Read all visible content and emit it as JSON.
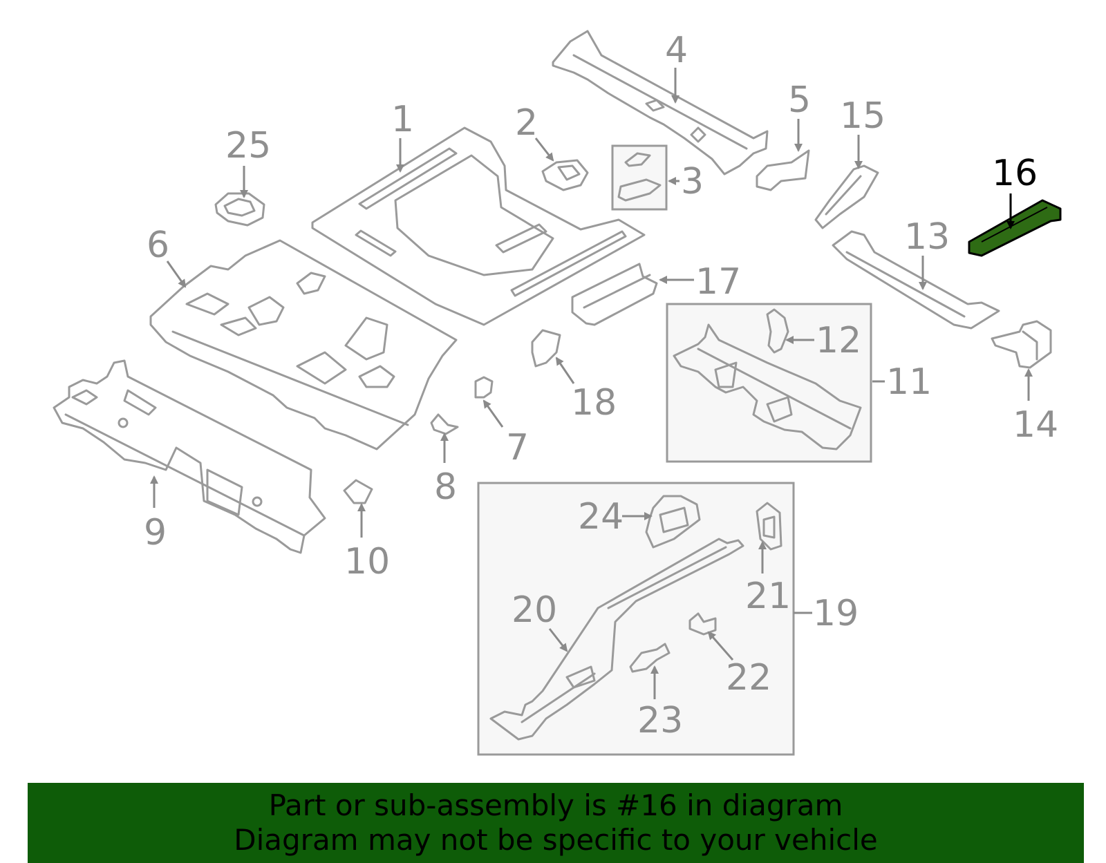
{
  "colors": {
    "part_outline": "#9a9a9a",
    "callout_text": "#8f8f8f",
    "highlight_fill": "#2e6b14",
    "banner_background": "#0e5c08",
    "banner_text": "#000000",
    "inset_background": "#f7f7f7"
  },
  "highlighted_callout": "16",
  "callouts": {
    "c1": "1",
    "c2": "2",
    "c3": "3",
    "c4": "4",
    "c5": "5",
    "c6": "6",
    "c7": "7",
    "c8": "8",
    "c9": "9",
    "c10": "10",
    "c11": "11",
    "c12": "12",
    "c13": "13",
    "c14": "14",
    "c15": "15",
    "c16": "16",
    "c17": "17",
    "c18": "18",
    "c19": "19",
    "c20": "20",
    "c21": "21",
    "c22": "22",
    "c23": "23",
    "c24": "24",
    "c25": "25"
  },
  "banner": {
    "line1": "Part or sub-assembly is #16 in diagram",
    "line2": "Diagram may not be specific to your vehicle"
  }
}
